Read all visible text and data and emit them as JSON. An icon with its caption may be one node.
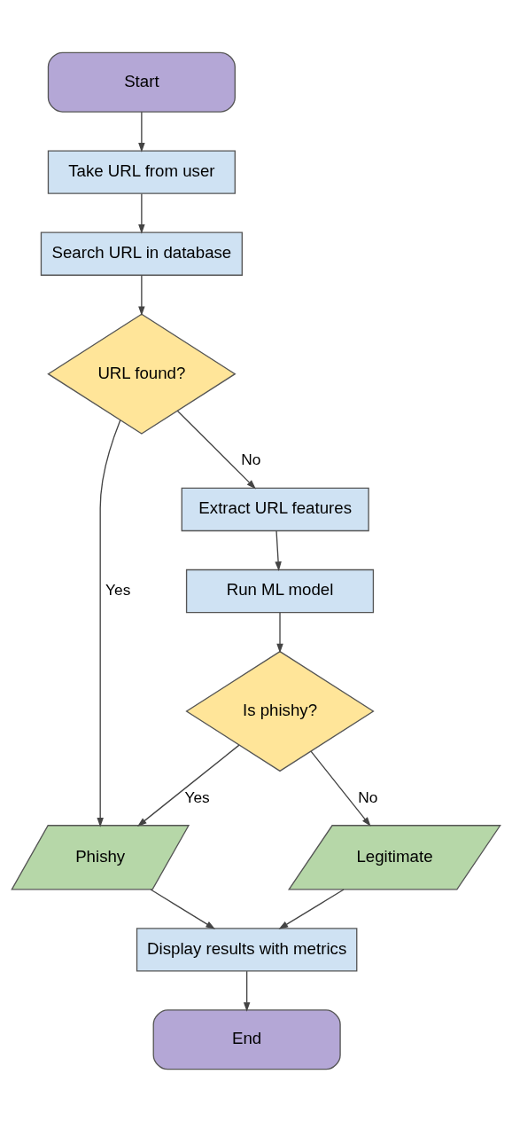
{
  "diagram": {
    "nodes": [
      {
        "text": [
          "Start"
        ]
      },
      {
        "text": [
          "Take URL from user"
        ]
      },
      {
        "text": [
          "Search URL in database"
        ]
      },
      {
        "text": [
          "URL found?"
        ]
      },
      {
        "text": [
          "Extract URL features"
        ]
      },
      {
        "text": [
          "Run ML model"
        ]
      },
      {
        "text": [
          "Is phishy?"
        ]
      },
      {
        "text": [
          "Phishy"
        ]
      },
      {
        "text": [
          "Legitimate"
        ]
      },
      {
        "text": [
          "Display results with metrics"
        ]
      },
      {
        "text": [
          "End"
        ]
      }
    ],
    "edges": [
      {
        "from": 0,
        "to": 1,
        "arrow": "to"
      },
      {
        "from": 1,
        "to": 2,
        "arrow": "to"
      },
      {
        "from": 2,
        "to": 3,
        "arrow": "to"
      },
      {
        "from": 3,
        "to": 7,
        "arrow": "to",
        "label": "Yes"
      },
      {
        "from": 3,
        "to": 4,
        "arrow": "to",
        "label": "No"
      },
      {
        "from": 4,
        "to": 5,
        "arrow": "to"
      },
      {
        "from": 5,
        "to": 6,
        "arrow": "to"
      },
      {
        "from": 6,
        "to": 7,
        "arrow": "to",
        "label": "Yes"
      },
      {
        "from": 6,
        "to": 8,
        "arrow": "to",
        "label": "No"
      },
      {
        "from": 7,
        "to": 9,
        "arrow": "to"
      },
      {
        "from": 8,
        "to": 9,
        "arrow": "to"
      },
      {
        "from": 9,
        "to": 10,
        "arrow": "to"
      }
    ]
  }
}
